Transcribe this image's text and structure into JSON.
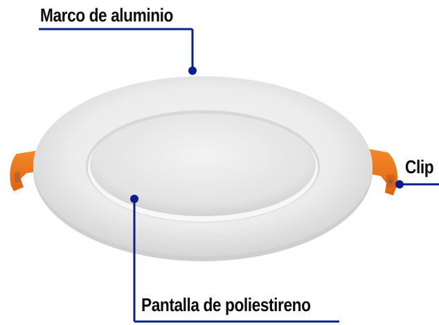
{
  "labels": {
    "frame": "Marco de aluminio",
    "clip": "Clip",
    "diffuser": "Pantalla de poliestireno"
  },
  "colors": {
    "leader": "#0b1f8c",
    "text": "#0a0a0a",
    "clip_orange": "#f07a1a"
  }
}
